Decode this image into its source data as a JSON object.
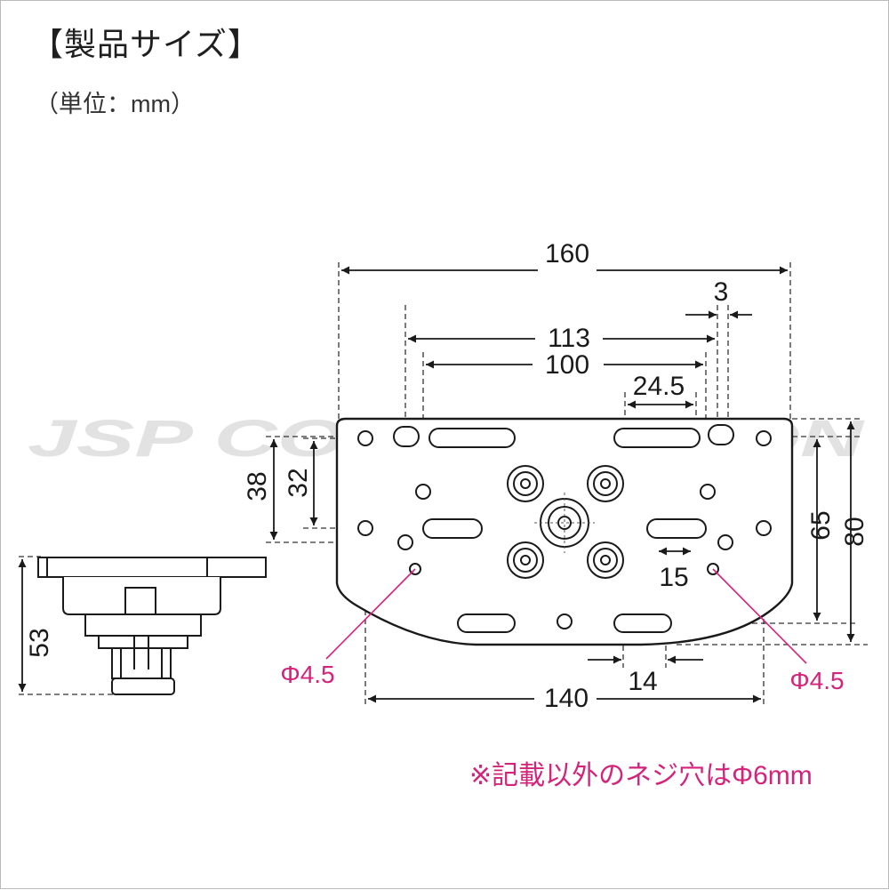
{
  "header": {
    "title": "【製品サイズ】",
    "unit": "（単位：mm）"
  },
  "watermark": "JSP CORPORATION",
  "dimensions": {
    "overall_width": "160",
    "slot_gap": "3",
    "outer_hole_pitch": "113",
    "inner_hole_pitch": "100",
    "slot_length": "24.5",
    "hole_depth_38": "38",
    "hole_depth_32": "32",
    "depth_65": "65",
    "depth_80": "80",
    "slot_width": "15",
    "bottom_slot_length": "14",
    "bottom_pitch": "140",
    "height": "53",
    "hole_diameter_left": "Φ4.5",
    "hole_diameter_right": "Φ4.5"
  },
  "footnote": "※記載以外のネジ穴はΦ6mm",
  "colors": {
    "line": "#1a1a1a",
    "accent": "#d4237a",
    "watermark": "#e2e2e2",
    "dashed": "#333333"
  }
}
